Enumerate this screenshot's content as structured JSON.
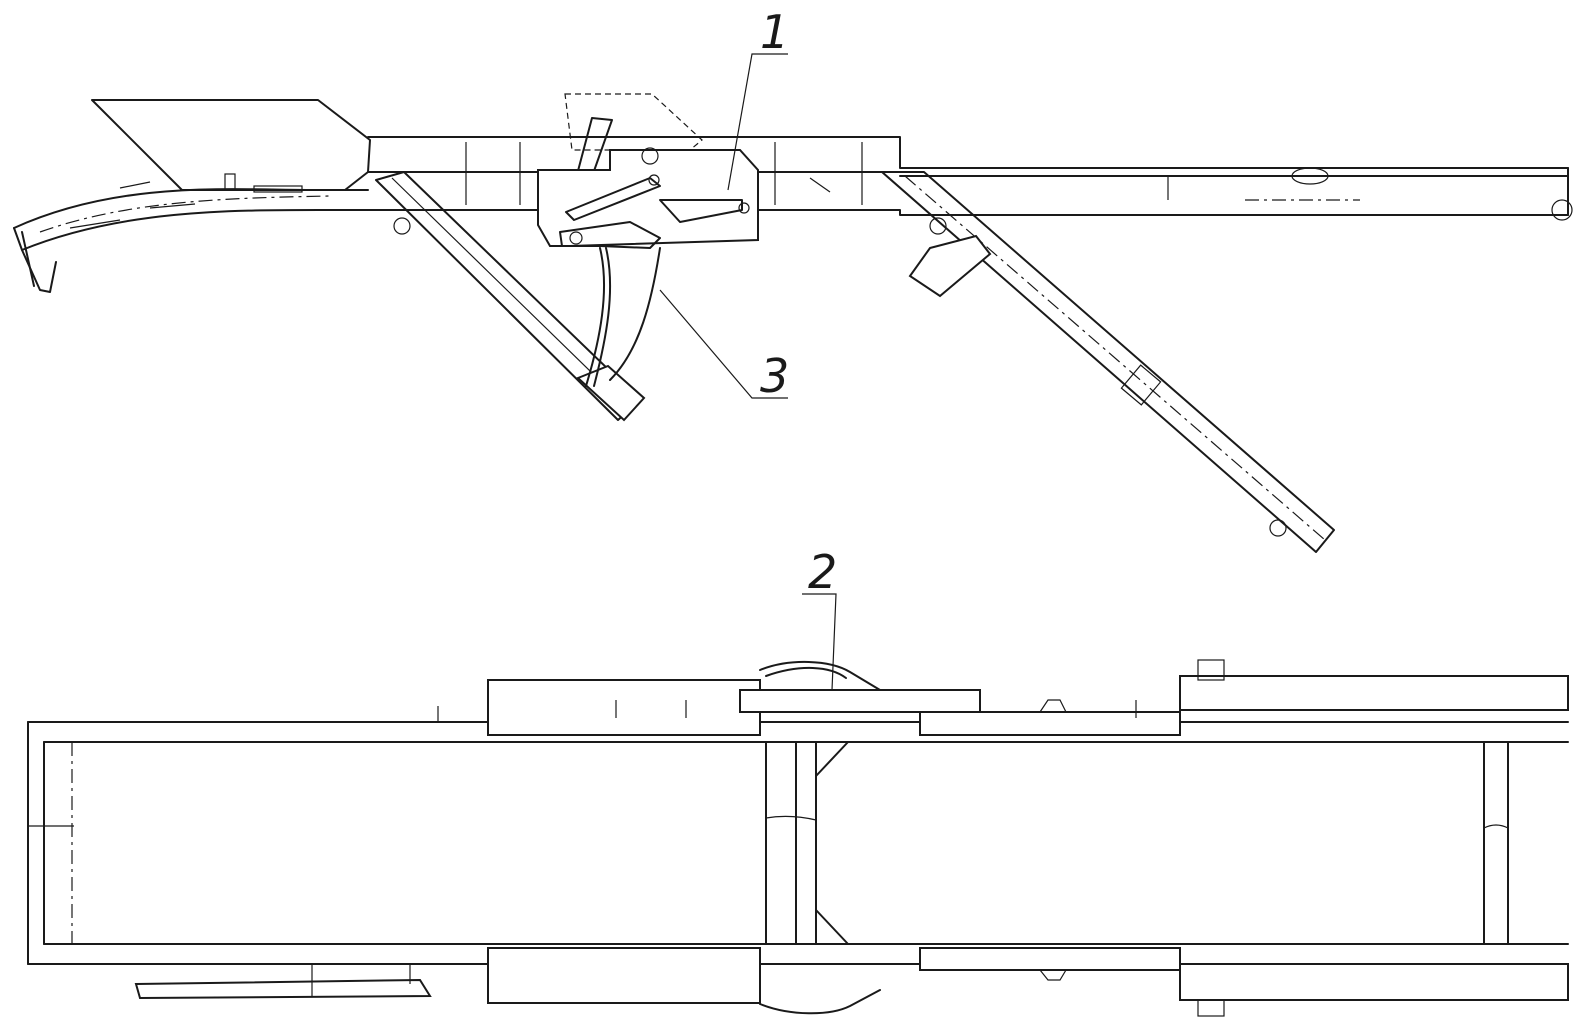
{
  "callouts": [
    {
      "id": "callout-1",
      "label": "1"
    },
    {
      "id": "callout-2",
      "label": "2"
    },
    {
      "id": "callout-3",
      "label": "3"
    }
  ],
  "colors": {
    "ink": "#1a1a1a",
    "paper": "#ffffff"
  }
}
